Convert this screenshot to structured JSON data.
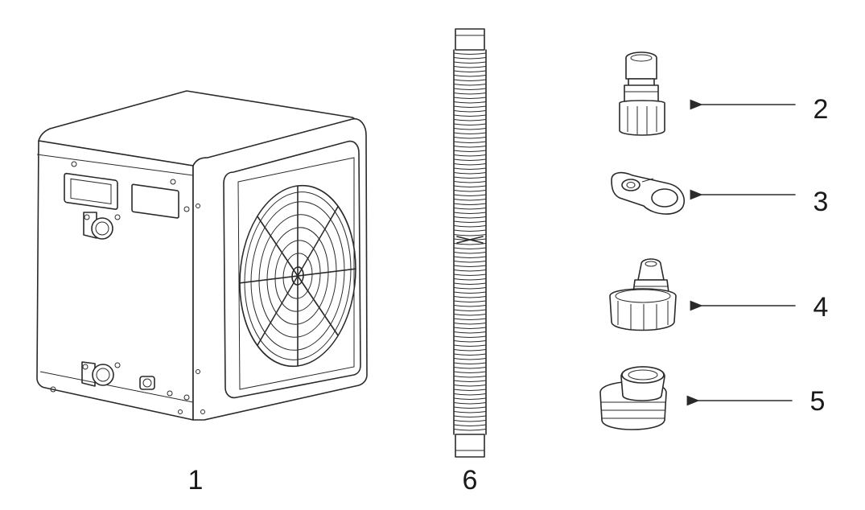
{
  "parts": [
    {
      "number": "1",
      "icon": "heat-pump-unit"
    },
    {
      "number": "2",
      "icon": "hose-adapter"
    },
    {
      "number": "3",
      "icon": "hose-clamp"
    },
    {
      "number": "4",
      "icon": "threaded-hose-connector"
    },
    {
      "number": "5",
      "icon": "threaded-adapter-ring"
    },
    {
      "number": "6",
      "icon": "corrugated-hose"
    }
  ]
}
